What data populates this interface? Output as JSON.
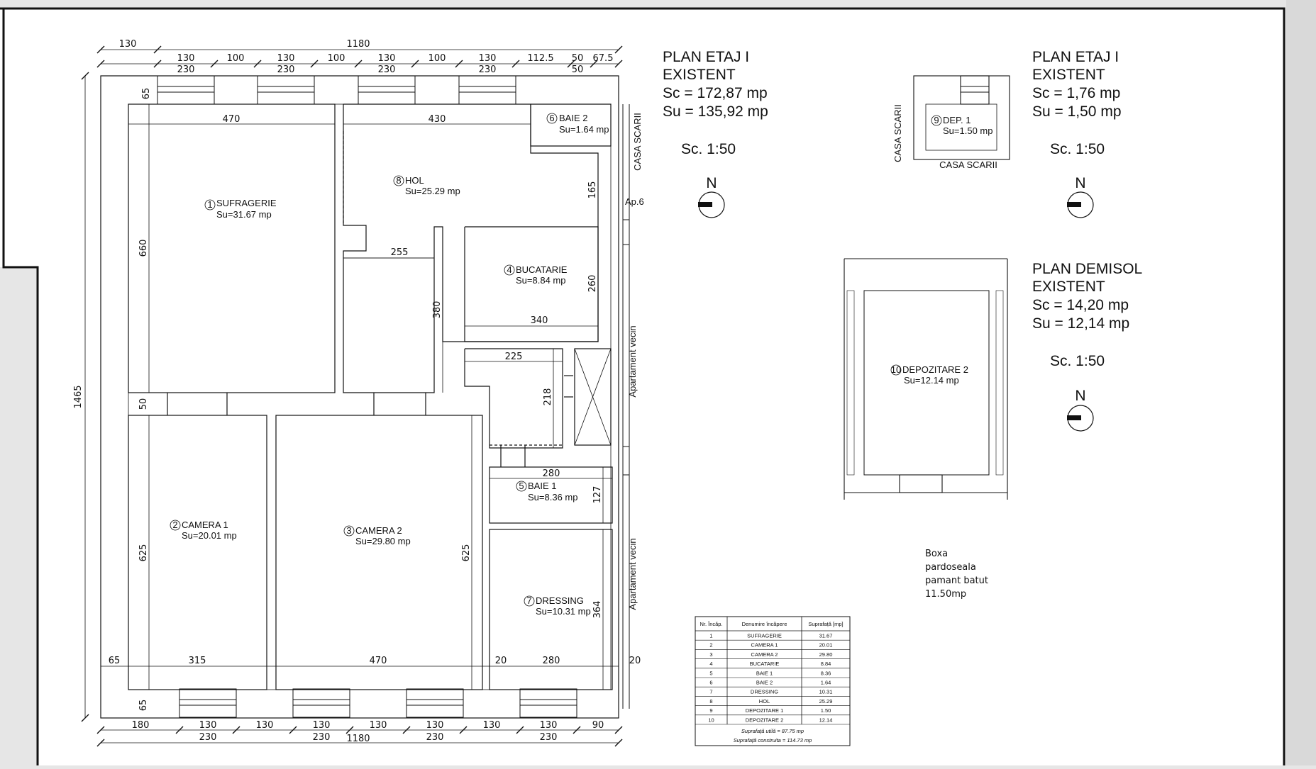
{
  "plans": {
    "etaj_main": {
      "line1": "PLAN  ETAJ I",
      "line2": "EXISTENT",
      "sc": "Sc = 172,87 mp",
      "su": "Su = 135,92 mp",
      "scale": "Sc. 1:50",
      "north": "N"
    },
    "etaj_small": {
      "line1": "PLAN  ETAJ I",
      "line2": "EXISTENT",
      "sc": "Sc = 1,76 mp",
      "su": "Su = 1,50 mp",
      "scale": "Sc. 1:50",
      "north": "N"
    },
    "demisol": {
      "line1": "PLAN  DEMISOL",
      "line2": "EXISTENT",
      "sc": "Sc = 14,20 mp",
      "su": "Su = 12,14 mp",
      "scale": "Sc. 1:50",
      "north": "N"
    }
  },
  "rooms": [
    {
      "num": "1",
      "name": "SUFRAGERIE",
      "area": "Su=31.67 mp"
    },
    {
      "num": "2",
      "name": "CAMERA 1",
      "area": "Su=20.01 mp"
    },
    {
      "num": "3",
      "name": "CAMERA 2",
      "area": "Su=29.80 mp"
    },
    {
      "num": "4",
      "name": "BUCATARIE",
      "area": "Su=8.84 mp"
    },
    {
      "num": "5",
      "name": "BAIE 1",
      "area": "Su=8.36 mp"
    },
    {
      "num": "6",
      "name": "BAIE 2",
      "area": "Su=1.64 mp"
    },
    {
      "num": "7",
      "name": "DRESSING",
      "area": "Su=10.31 mp"
    },
    {
      "num": "8",
      "name": "HOL",
      "area": "Su=25.29 mp"
    },
    {
      "num": "9",
      "name": "DEP. 1",
      "area": "Su=1.50 mp"
    },
    {
      "num": "10",
      "name": "DEPOZITARE 2",
      "area": "Su=12.14 mp"
    }
  ],
  "labels": {
    "casa_scarii": "CASA SCARII",
    "ap6": "Ap.6",
    "ap_vecin": "Apartament vecin",
    "boxa": [
      "Boxa",
      "pardoseala",
      "pamant batut",
      "11.50mp"
    ]
  },
  "dims": {
    "top_total": "1180",
    "top_left": "130",
    "left_total": "1465",
    "bottom_total": "1180",
    "top_row": [
      "130",
      "100",
      "130",
      "100",
      "130",
      "100",
      "130",
      "112.5",
      "50",
      "67.5"
    ],
    "top_row2": [
      "230",
      "230",
      "230",
      "230",
      "50"
    ],
    "bottom_row": [
      "180",
      "130",
      "130",
      "130",
      "130",
      "130",
      "130",
      "130",
      "90"
    ],
    "bottom_row2": [
      "230",
      "230",
      "230",
      "230"
    ],
    "inner": {
      "d470": "470",
      "d430": "430",
      "d660": "660",
      "d255": "255",
      "d380": "380",
      "d165": "165",
      "d260": "260",
      "d340": "340",
      "d225": "225",
      "d218": "218",
      "d280": "280",
      "d127": "127",
      "d625": "625",
      "d364": "364",
      "d315": "315",
      "d65": "65",
      "d20": "20",
      "d50": "50"
    }
  },
  "table": {
    "headers": [
      "Nr. Încăp.",
      "Denumire încăpere",
      "Suprafață [mp]"
    ],
    "rows": [
      [
        "1",
        "SUFRAGERIE",
        "31.67"
      ],
      [
        "2",
        "CAMERA 1",
        "20.01"
      ],
      [
        "3",
        "CAMERA 2",
        "29.80"
      ],
      [
        "4",
        "BUCATARIE",
        "8.84"
      ],
      [
        "5",
        "BAIE 1",
        "8.36"
      ],
      [
        "6",
        "BAIE 2",
        "1.64"
      ],
      [
        "7",
        "DRESSING",
        "10.31"
      ],
      [
        "8",
        "HOL",
        "25.29"
      ],
      [
        "9",
        "DEPOZITARE 1",
        "1.50"
      ],
      [
        "10",
        "DEPOZITARE 2",
        "12.14"
      ]
    ],
    "footer1": "Suprafață utilă = 87.75 mp",
    "footer2": "Suprafață construita = 114.73 mp"
  }
}
